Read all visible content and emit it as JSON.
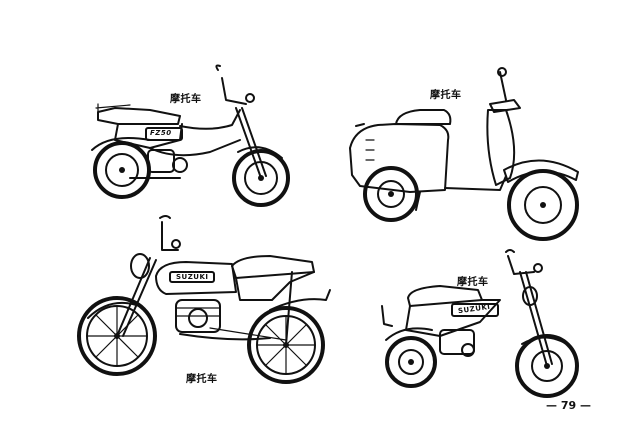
{
  "labels": {
    "top_left": "摩托车",
    "top_right": "摩托车",
    "bottom_left": "摩托车",
    "bottom_right": "摩托车"
  },
  "tank_texts": {
    "top_left": "FZ50",
    "bottom_left": "SUZUKI",
    "bottom_right": "SUZUKI"
  },
  "page_number": "— 79 —"
}
